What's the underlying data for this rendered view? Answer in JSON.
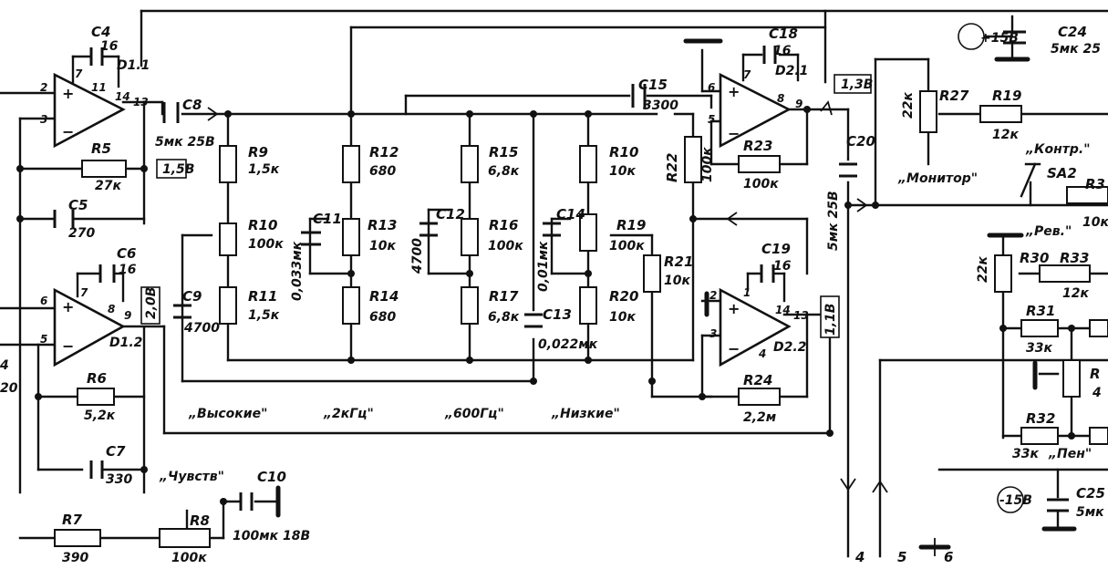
{
  "components": {
    "C4": {
      "ref": "C4",
      "value": "16"
    },
    "C5": {
      "ref": "C5",
      "value": "270"
    },
    "C6": {
      "ref": "C6",
      "value": "16"
    },
    "C7": {
      "ref": "C7",
      "value": "330"
    },
    "C8": {
      "ref": "C8",
      "value": "5мк 25В"
    },
    "C9": {
      "ref": "C9",
      "value": "4700"
    },
    "C10": {
      "ref": "C10",
      "value": "100мк 18В"
    },
    "C11": {
      "ref": "C11",
      "value": "0,033мк"
    },
    "C12": {
      "ref": "C12",
      "value": "4700"
    },
    "C13": {
      "ref": "C13",
      "value": "0,022мк"
    },
    "C14": {
      "ref": "C14",
      "value": "0,01мк"
    },
    "C15": {
      "ref": "C15",
      "value": "3300"
    },
    "C18": {
      "ref": "C18",
      "value": "16"
    },
    "C19": {
      "ref": "C19",
      "value": "16"
    },
    "C20": {
      "ref": "C20",
      "value": "5мк 25В"
    },
    "C24": {
      "ref": "C24",
      "value": "5мк 25"
    },
    "C25": {
      "ref": "C25",
      "value": "5мк"
    },
    "R5": {
      "ref": "R5",
      "value": "27к"
    },
    "R6": {
      "ref": "R6",
      "value": "5,2к"
    },
    "R7": {
      "ref": "R7",
      "value": "390"
    },
    "R8": {
      "ref": "R8",
      "value": "100к"
    },
    "R9": {
      "ref": "R9",
      "value": "1,5к"
    },
    "R10": {
      "ref": "R10",
      "value": "100к"
    },
    "R11": {
      "ref": "R11",
      "value": "1,5к"
    },
    "R12": {
      "ref": "R12",
      "value": "680"
    },
    "R13": {
      "ref": "R13",
      "value": "10к"
    },
    "R14": {
      "ref": "R14",
      "value": "680"
    },
    "R15": {
      "ref": "R15",
      "value": "6,8к"
    },
    "R16": {
      "ref": "R16",
      "value": "100к"
    },
    "R17": {
      "ref": "R17",
      "value": "6,8к"
    },
    "R18": {
      "ref": "R10",
      "value": "10к"
    },
    "R19": {
      "ref": "R19",
      "value": "100к"
    },
    "R19b": {
      "ref": "R19",
      "value": "12к"
    },
    "R20": {
      "ref": "R20",
      "value": "10к"
    },
    "R21": {
      "ref": "R21",
      "value": "10к"
    },
    "R22": {
      "ref": "R22",
      "value": "100к"
    },
    "R23": {
      "ref": "R23",
      "value": "100к"
    },
    "R24": {
      "ref": "R24",
      "value": "2,2м"
    },
    "R27": {
      "ref": "R27",
      "value": "22к"
    },
    "R30": {
      "ref": "R30",
      "value": "22к"
    },
    "R31": {
      "ref": "R31",
      "value": "33к"
    },
    "R32": {
      "ref": "R32",
      "value": "33к"
    },
    "R33": {
      "ref": "R33",
      "value": "12к"
    },
    "D1_1": {
      "ref": "D1.1"
    },
    "D1_2": {
      "ref": "D1.2"
    },
    "D2_1": {
      "ref": "D2.1"
    },
    "D2_2": {
      "ref": "D2.2"
    }
  },
  "voltages": {
    "v1": "1,5В",
    "v2": "2,0В",
    "v3": "1,3В",
    "v4": "1,1В",
    "plus": "+15В",
    "minus": "-15В"
  },
  "labels": {
    "high": "„Высокие\"",
    "k2": "„2кГц\"",
    "hz600": "„600Гц\"",
    "low": "„Низкие\"",
    "sens": "„Чувств\"",
    "monitor": "„Монитор\"",
    "control": "„Контр.\"",
    "rev": "„Рев.\"",
    "pen": "„Пен\"",
    "sa2": "SA2",
    "r33_partial": "R3",
    "r33_val_partial": "10к",
    "left_val_a": "4",
    "left_val_b": "20",
    "r_partial": "R",
    "r_partial_val": "4"
  },
  "connectors": {
    "c4": "4",
    "c5": "5",
    "c6": "6"
  },
  "pins": {
    "p1": "1",
    "p2": "2",
    "p3": "3",
    "p4": "4",
    "p5": "5",
    "p6": "6",
    "p7": "7",
    "p8": "8",
    "p9": "9",
    "p11": "11",
    "p13": "13",
    "p14": "14"
  }
}
